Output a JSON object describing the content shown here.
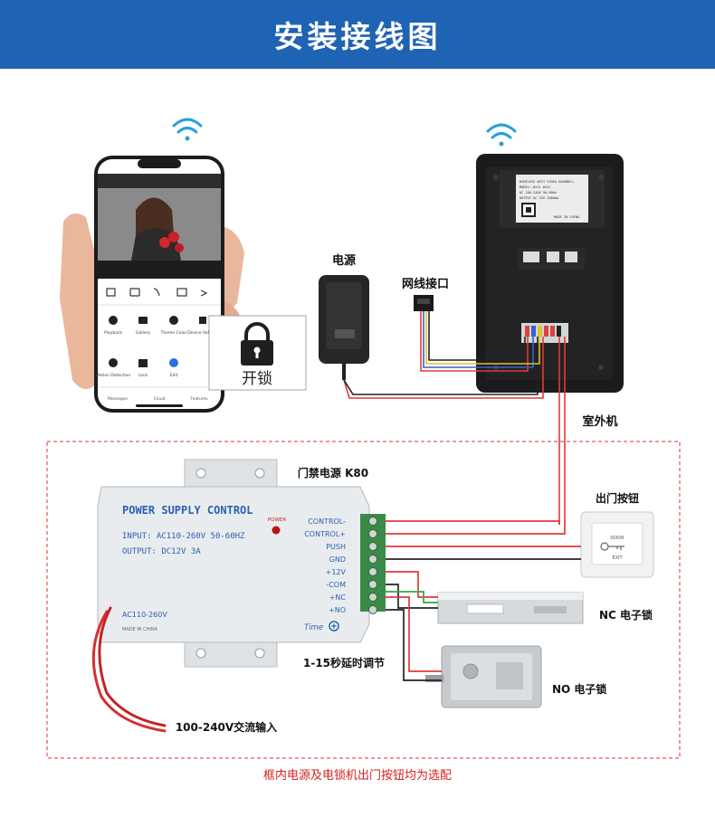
{
  "banner": {
    "title": "安装接线图"
  },
  "phone": {
    "menu_items": [
      "Playback",
      "Gallery",
      "Theme Color",
      "Device Volume",
      "Motion Detection",
      "Lock",
      "Edit"
    ],
    "bottom_nav": [
      "Messages",
      "Cloud",
      "Features"
    ],
    "unlock_popup_label": "开锁"
  },
  "outdoor_unit": {
    "label": "室外机",
    "sticker_lines": [
      "WIRELESS WIFI VIDEO DOORBELL",
      "MODEL: WiFi WJ2C",
      "AC 100-240V 50-60Hz",
      "OUTPUT DC 15V 2000mA",
      "MADE IN CHINA"
    ]
  },
  "adapter": {
    "label": "电源"
  },
  "network_port": {
    "label": "网线接口"
  },
  "psu": {
    "label": "门禁电源 K80",
    "title": "POWER SUPPLY CONTROL",
    "input": "INPUT: AC110-260V 50-60HZ",
    "output": "OUTPUT:  DC12V   3A",
    "power_led": "POWER",
    "ac_label": "AC110-260V",
    "made_in": "MADE IN CHINA",
    "time_label": "Time",
    "terminals": [
      "CONTROL-",
      "CONTROL+",
      "PUSH",
      "GND",
      "+12V",
      "-COM",
      "+NC",
      "+NO"
    ],
    "delay_label": "1-15秒延时调节",
    "ac_input_label": "100-240V交流输入"
  },
  "exit_button": {
    "label": "出门按钮",
    "face_text": "DOOR",
    "exit_text": "EXIT"
  },
  "nc_lock": {
    "label": "NC 电子锁"
  },
  "no_lock": {
    "label": "NO 电子锁"
  },
  "footnote": "框内电源及电锁机出门按钮均为选配"
}
